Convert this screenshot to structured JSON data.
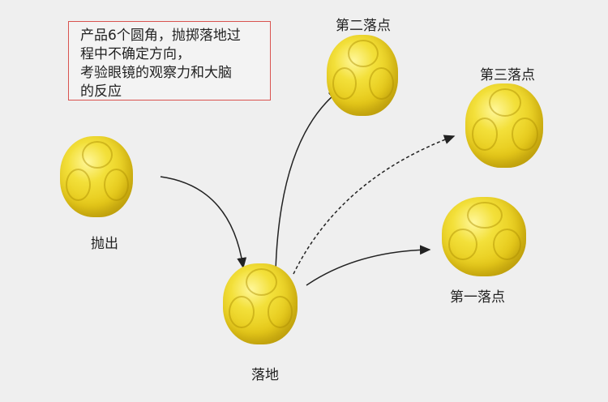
{
  "note": {
    "lines": [
      "产品6个圆角，抛掷落地过",
      "程中不确定方向，",
      "考验眼镜的观察力和大脑",
      "的反应"
    ]
  },
  "labels": {
    "throw": "抛出",
    "land": "落地",
    "second": "第二落点",
    "third": "第三落点",
    "first": "第一落点"
  },
  "colors": {
    "ball": "#f0d828",
    "border": "#d9534f",
    "arrow": "#222222"
  }
}
